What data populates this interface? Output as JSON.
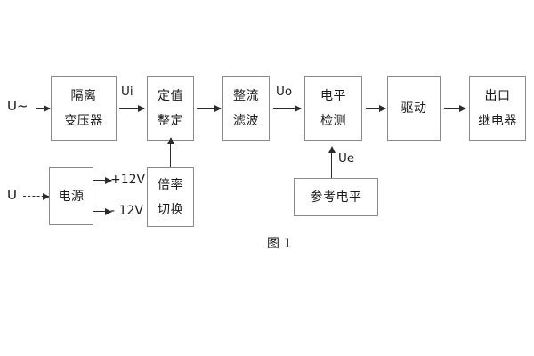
{
  "figure": {
    "caption": "图 1",
    "background_color": "#ffffff",
    "box_border_color": "#8a8a8a",
    "line_color": "#2b2b2b",
    "text_color": "#1b1b1b"
  },
  "blocks": [
    {
      "id": "isolation-transformer",
      "line1": "隔离",
      "line2": "变压器"
    },
    {
      "id": "setting-value",
      "line1": "定值",
      "line2": "整定"
    },
    {
      "id": "rectify-filter",
      "line1": "整流",
      "line2": "滤波"
    },
    {
      "id": "level-detection",
      "line1": "电平",
      "line2": "检测"
    },
    {
      "id": "drive",
      "line1": "驱动",
      "line2": ""
    },
    {
      "id": "output-relay",
      "line1": "出口",
      "line2": "继电器"
    },
    {
      "id": "power-supply",
      "line1": "电源",
      "line2": ""
    },
    {
      "id": "multiplier-switch",
      "line1": "倍率",
      "line2": "切换"
    },
    {
      "id": "reference-level",
      "line1": "参考电平",
      "line2": ""
    }
  ],
  "signals": {
    "ac_input": "U~",
    "dc_input": "U",
    "ui": "Ui",
    "uo": "Uo",
    "ue": "Ue",
    "rail_positive": "+12V",
    "rail_negative": "- 12V"
  }
}
